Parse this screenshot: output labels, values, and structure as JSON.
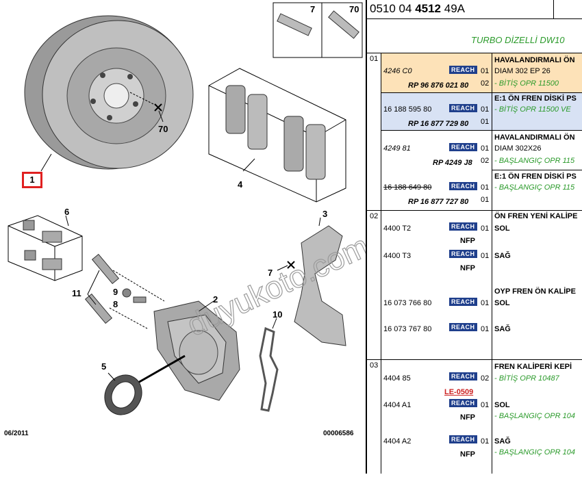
{
  "diagram": {
    "callouts": [
      "1",
      "2",
      "3",
      "4",
      "5",
      "6",
      "7",
      "8",
      "9",
      "10",
      "11",
      "70"
    ],
    "inset_labels": [
      "7",
      "70"
    ],
    "watermark": "duyukoto.com",
    "date": "06/2011",
    "drawing_number": "00006586"
  },
  "parts_list": {
    "part_number_prefix": "0510 04",
    "part_number_bold": "4512",
    "part_number_suffix": "49A",
    "title": "TURBO DİZELLİ DW10",
    "reach_label": "REACH",
    "groups": [
      {
        "num": "01",
        "rows": [
          {
            "ref": "4246 C0",
            "rp": "RP 96 876 021 80",
            "qty1": "01",
            "qty2": "02",
            "desc1": "HAVALANDIRMALI ÖN",
            "desc2": "DIAM 302 EP 26",
            "note": "- BİTİŞ OPR 11500"
          },
          {
            "ref": "16 188 595 80",
            "rp": "RP 16 877 729 80",
            "qty1": "01",
            "qty2": "01",
            "desc1": "E:1 ÖN FREN DİSKİ PS",
            "note": "- BİTİŞ OPR 11500 VE"
          },
          {
            "ref": "4249 81",
            "rp": "RP 4249 J8",
            "qty1": "01",
            "qty2": "02",
            "desc1": "HAVALANDIRMALI ÖN",
            "desc2": "DIAM 302X26",
            "note": "- BAŞLANGIÇ OPR 115"
          },
          {
            "ref": "16 188 649 80",
            "rp": "RP 16 877 727 80",
            "qty1": "01",
            "qty2": "01",
            "desc1": "E:1 ÖN FREN DİSKİ PS",
            "note": "- BAŞLANGIÇ OPR 115"
          }
        ]
      },
      {
        "num": "02",
        "rows": [
          {
            "ref": "4400 T2",
            "nfp": "NFP",
            "qty": "01",
            "desc": "SOL",
            "heading": "ÖN FREN YENİ KALİPE"
          },
          {
            "ref": "4400 T3",
            "nfp": "NFP",
            "qty": "01",
            "desc": "SAĞ"
          },
          {
            "ref": "16 073 766 80",
            "qty": "01",
            "desc": "SOL",
            "heading": "OYP FREN ÖN KALİPE"
          },
          {
            "ref": "16 073 767 80",
            "qty": "01",
            "desc": "SAĞ"
          }
        ]
      },
      {
        "num": "03",
        "rows": [
          {
            "ref": "4404 85",
            "le": "LE-0509",
            "qty": "02",
            "heading": "FREN KALİPERİ KEPİ",
            "note": "- BİTİŞ OPR 10487"
          },
          {
            "ref": "4404 A1",
            "nfp": "NFP",
            "qty": "01",
            "desc": "SOL",
            "note": "- BAŞLANGIÇ OPR 104"
          },
          {
            "ref": "4404 A2",
            "nfp": "NFP",
            "qty": "01",
            "desc": "SAĞ",
            "note": "- BAŞLANGIÇ OPR 104"
          }
        ]
      }
    ]
  },
  "colors": {
    "highlight_orange": "#fde2b8",
    "highlight_blue": "#d8e2f4",
    "green_text": "#2a9a2a",
    "reach_badge": "#1f3f8c",
    "red_callout": "#e02020"
  }
}
